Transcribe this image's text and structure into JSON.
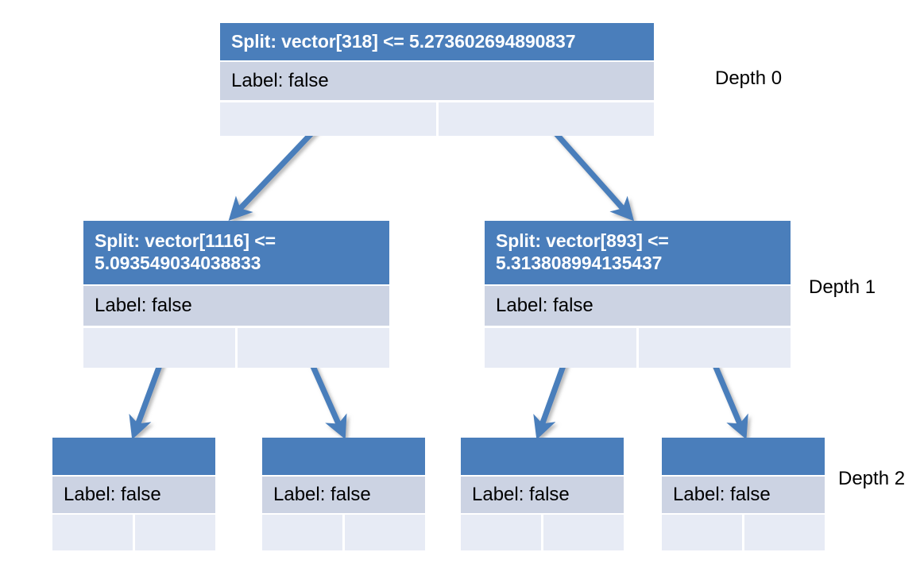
{
  "diagram": {
    "type": "decision-tree",
    "title": "",
    "colors": {
      "header_blue": "#4a7ebb",
      "label_row": "#ccd3e3",
      "foot_row": "#e7ebf5",
      "arrow": "#4a7ebb",
      "text_dark": "#000000",
      "text_light": "#ffffff",
      "background": "#ffffff"
    },
    "depth_labels": [
      {
        "text": "Depth 0"
      },
      {
        "text": "Depth 1"
      },
      {
        "text": "Depth 2"
      }
    ],
    "nodes": [
      {
        "id": "root",
        "depth": 0,
        "header": "Split: vector[318] <= 5.273602694890837",
        "label": "Label: false",
        "feature_index": 318,
        "threshold": "5.273602694890837",
        "is_leaf": false
      },
      {
        "id": "d1-left",
        "depth": 1,
        "header": "Split: vector[1116] <= 5.093549034038833",
        "label": "Label: false",
        "feature_index": 1116,
        "threshold": "5.093549034038833",
        "is_leaf": false
      },
      {
        "id": "d1-right",
        "depth": 1,
        "header": "Split: vector[893] <= 5.313808994135437",
        "label": "Label: false",
        "feature_index": 893,
        "threshold": "5.313808994135437",
        "is_leaf": false
      },
      {
        "id": "d2-leaf-1",
        "depth": 2,
        "header": "",
        "label": "Label: false",
        "is_leaf": true
      },
      {
        "id": "d2-leaf-2",
        "depth": 2,
        "header": "",
        "label": "Label: false",
        "is_leaf": true
      },
      {
        "id": "d2-leaf-3",
        "depth": 2,
        "header": "",
        "label": "Label: false",
        "is_leaf": true
      },
      {
        "id": "d2-leaf-4",
        "depth": 2,
        "header": "",
        "label": "Label: false",
        "is_leaf": true
      }
    ],
    "edges": [
      {
        "from": "root",
        "to": "d1-left"
      },
      {
        "from": "root",
        "to": "d1-right"
      },
      {
        "from": "d1-left",
        "to": "d2-leaf-1"
      },
      {
        "from": "d1-left",
        "to": "d2-leaf-2"
      },
      {
        "from": "d1-right",
        "to": "d2-leaf-3"
      },
      {
        "from": "d1-right",
        "to": "d2-leaf-4"
      }
    ]
  }
}
